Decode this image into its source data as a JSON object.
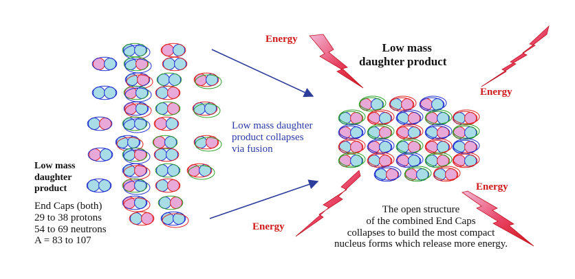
{
  "diagram": {
    "energy_label": "Energy",
    "title_top_right": [
      "Low mass",
      "daughter product"
    ],
    "left_label": [
      "Low mass",
      "daughter",
      "product"
    ],
    "end_caps_info": [
      "End Caps (both)",
      "29 to 38 protons",
      "54 to 69 neutrons",
      "A = 83 to 107"
    ],
    "middle_label": [
      "Low mass daughter",
      "product collapses",
      "via fusion"
    ],
    "bottom_caption": [
      "The open structure",
      "of the combined End Caps",
      "collapses to build the most compact",
      "nucleus forms which release more energy."
    ],
    "colors": {
      "energy_text": "#d01818",
      "arrow": "#2d3d9c",
      "proton": "#e8a8d8",
      "neutron": "#a8dde8",
      "ring_green": "#2aa02a",
      "ring_red": "#e02020",
      "ring_blue": "#2030d0",
      "lightning_fill": "#e02828",
      "lightning_fill_light": "#f0a8c8"
    }
  }
}
